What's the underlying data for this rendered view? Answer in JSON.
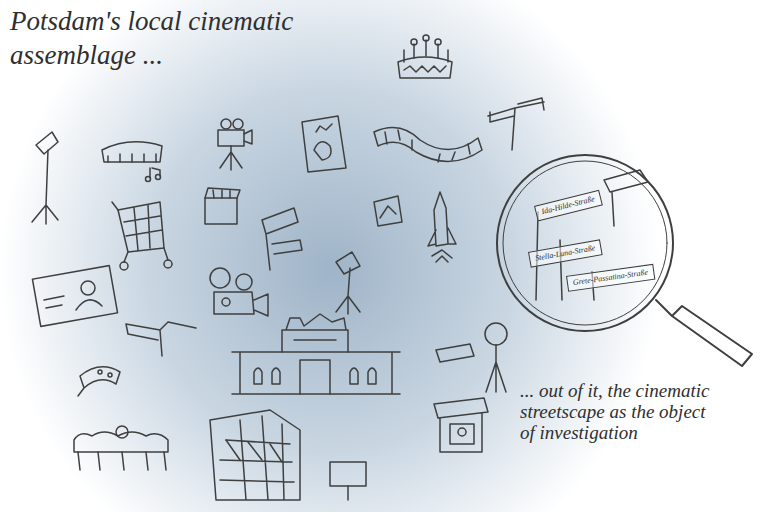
{
  "diagram": {
    "title": "Potsdam's local cinematic assemblage ...",
    "caption": "... out of it, the cinematic streetscape as the object of investigation",
    "nodes": [
      {
        "text": [
          "Ida-Hilde-Straße"
        ]
      },
      {
        "text": [
          "Stella-Luna-Straße"
        ]
      },
      {
        "text": [
          "Grete-Passatina-Straße"
        ]
      }
    ]
  }
}
